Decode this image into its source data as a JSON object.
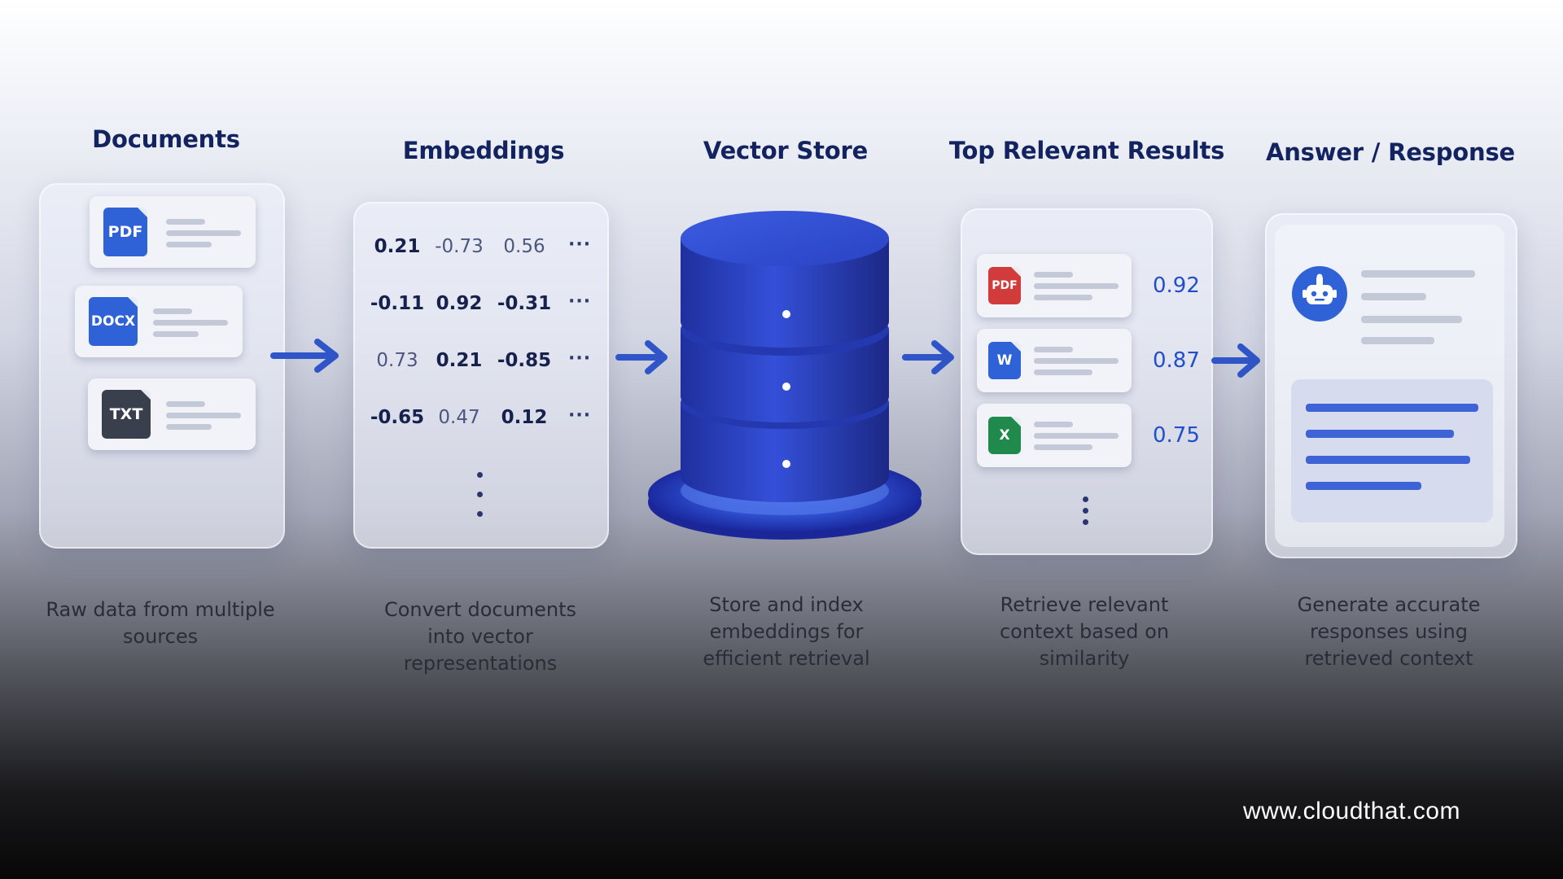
{
  "stages": [
    {
      "title": "Documents",
      "description": "Raw data from multiple sources"
    },
    {
      "title": "Embeddings",
      "description": "Convert documents into vector representations"
    },
    {
      "title": "Vector Store",
      "description": "Store and index embeddings for efficient retrieval"
    },
    {
      "title": "Top Relevant Results",
      "description": "Retrieve relevant context based on similarity"
    },
    {
      "title": "Answer / Response",
      "description": "Generate accurate responses using retrieved context"
    }
  ],
  "documents": {
    "files": [
      "PDF",
      "DOCX",
      "TXT"
    ]
  },
  "embeddings": {
    "rows": [
      [
        "0.21",
        "-0.73",
        "0.56",
        "···"
      ],
      [
        "-0.11",
        "0.92",
        "-0.31",
        "···"
      ],
      [
        "0.73",
        "0.21",
        "-0.85",
        "···"
      ],
      [
        "-0.65",
        "0.47",
        "0.12",
        "···"
      ]
    ]
  },
  "results": {
    "items": [
      {
        "icon": "PDF",
        "score": "0.92"
      },
      {
        "icon": "W",
        "score": "0.87"
      },
      {
        "icon": "X",
        "score": "0.75"
      }
    ]
  },
  "colors": {
    "title": "#13235f",
    "accent": "#2f55c8",
    "pdf": "#2f62d6",
    "txt": "#3a3f4d",
    "pdf_red": "#d23b3b",
    "word": "#2f62d6",
    "excel": "#1f8a4c"
  },
  "footer": {
    "url": "www.cloudthat.com"
  }
}
